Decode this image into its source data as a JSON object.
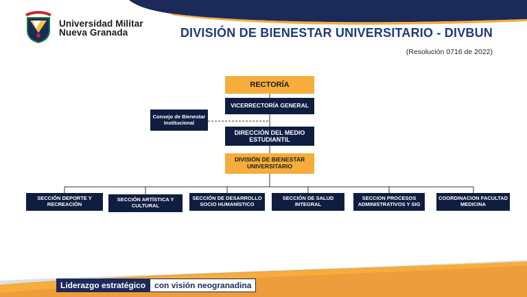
{
  "header": {
    "university_line1": "Universidad Militar",
    "university_line2": "Nueva Granada",
    "title": "DIVISIÓN DE BIENESTAR UNIVERSITARIO - DIVBUN",
    "resolution": "(Resolución 0716 de 2022)"
  },
  "org": {
    "rectoria": "RECTORÍA",
    "vicerrectoria": "VICERRECTORÍA GENERAL",
    "consejo": "Consejo de Bienestar Institucional",
    "direccion": "DIRECCIÓN DEL MEDIO ESTUDIANTIL",
    "division": "DIVISIÓN DE BIENESTAR UNIVERSITARIO",
    "sections": [
      "SECCIÓN DEPORTE Y RECREACIÓN",
      "SECCIÓN ARTÍSTICA Y CULTURAL",
      "SECCIÓN DE DESARROLLO SOCIO HUMANÍSTICO",
      "SECCIÓN DE SALUD INTEGRAL",
      "SECCION PROCESOS ADMINISTRATIVOS Y SIG",
      "COORDINACION FACULTAD MEDICINA"
    ]
  },
  "footer": {
    "slogan_part1": "Liderazgo estratégico",
    "slogan_part2": "con visión neogranadina"
  },
  "colors": {
    "navy": "#0f1d40",
    "orange": "#f6ad3c",
    "title_blue": "#1f3a7a"
  }
}
